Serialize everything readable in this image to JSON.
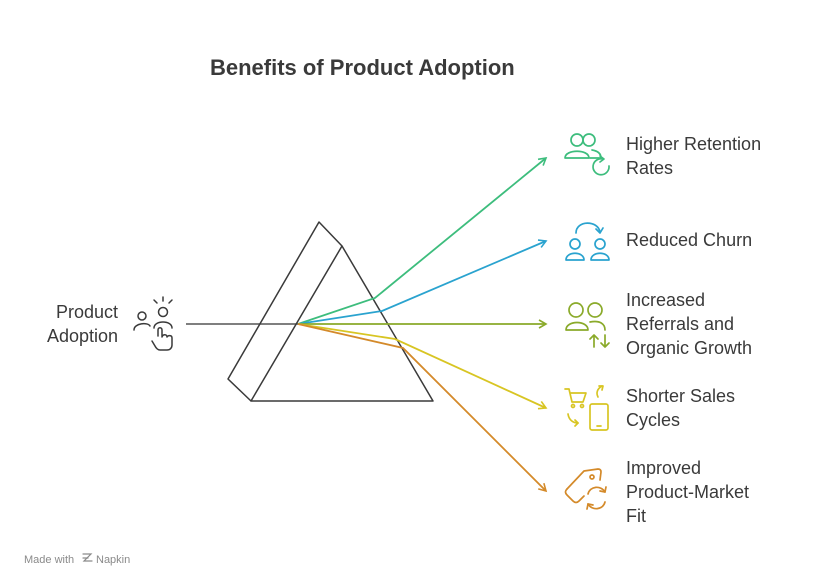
{
  "title": "Benefits of Product Adoption",
  "source": {
    "line1": "Product",
    "line2": "Adoption",
    "icon": "user-tap-icon"
  },
  "benefits": [
    {
      "lines": [
        "Higher Retention",
        "Rates"
      ],
      "color": "#3dbd7d",
      "icon": "users-refresh-icon"
    },
    {
      "lines": [
        "Reduced Churn"
      ],
      "color": "#2aa3cf",
      "icon": "users-cycle-icon"
    },
    {
      "lines": [
        "Increased",
        "Referrals and",
        "Organic Growth"
      ],
      "color": "#8aaa2a",
      "icon": "users-growth-icon"
    },
    {
      "lines": [
        "Shorter Sales",
        "Cycles"
      ],
      "color": "#d8c523",
      "icon": "cart-phone-icon"
    },
    {
      "lines": [
        "Improved",
        "Product-Market",
        "Fit"
      ],
      "color": "#d48a2a",
      "icon": "tag-refresh-icon"
    }
  ],
  "footer": {
    "made_with": "Made with",
    "brand": "Napkin"
  }
}
